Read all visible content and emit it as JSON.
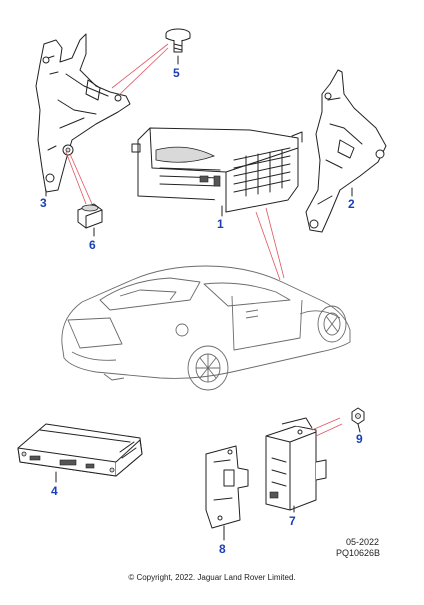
{
  "callouts": {
    "c1": "1",
    "c2": "2",
    "c3": "3",
    "c4": "4",
    "c5": "5",
    "c6": "6",
    "c7": "7",
    "c8": "8",
    "c9": "9"
  },
  "footer": {
    "date": "05-2022",
    "ref": "PQ10626B",
    "copyright": "© Copyright, 2022. Jaguar Land Rover Limited."
  },
  "colors": {
    "callout_blue": "#1a3fb5",
    "leader_red": "#e0555f",
    "line": "#222222"
  }
}
